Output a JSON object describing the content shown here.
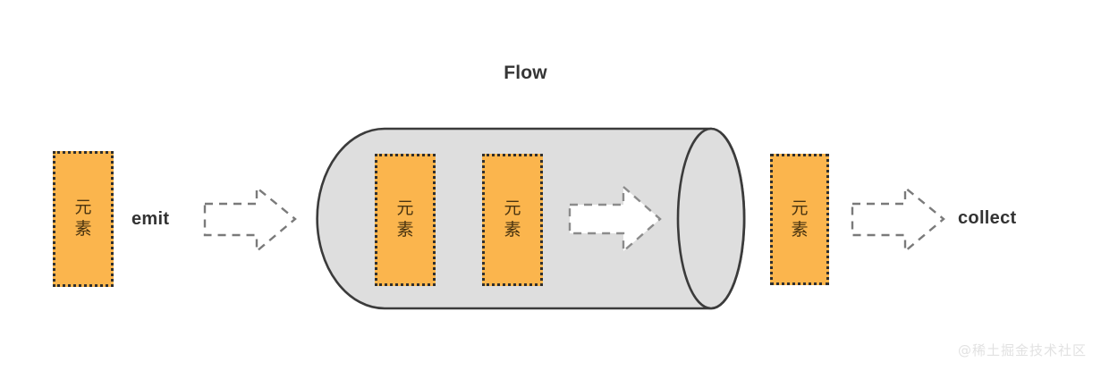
{
  "title": "Flow",
  "elements": {
    "source_box": {
      "label": "元\n素"
    },
    "flow_box_1": {
      "label": "元\n素"
    },
    "flow_box_2": {
      "label": "元\n素"
    },
    "output_box": {
      "label": "元\n素"
    }
  },
  "labels": {
    "emit": "emit",
    "collect": "collect"
  },
  "icons": {
    "emit_arrow": "dashed-right-arrow-icon",
    "flow_arrow": "white-right-arrow-icon",
    "collect_arrow": "dashed-right-arrow-icon",
    "cylinder": "flow-cylinder-icon"
  },
  "watermark": "@稀土掘金技术社区",
  "colors": {
    "element_fill": "#FBB54D",
    "element_border": "#2f2f2f",
    "cylinder_fill": "#DEDEDE",
    "cylinder_stroke": "#3b3b3b",
    "arrow_stroke": "#7a7a7a",
    "arrow_fill": "#ffffff",
    "text": "#333333",
    "watermark": "#e2e2e2",
    "background": "#ffffff"
  }
}
